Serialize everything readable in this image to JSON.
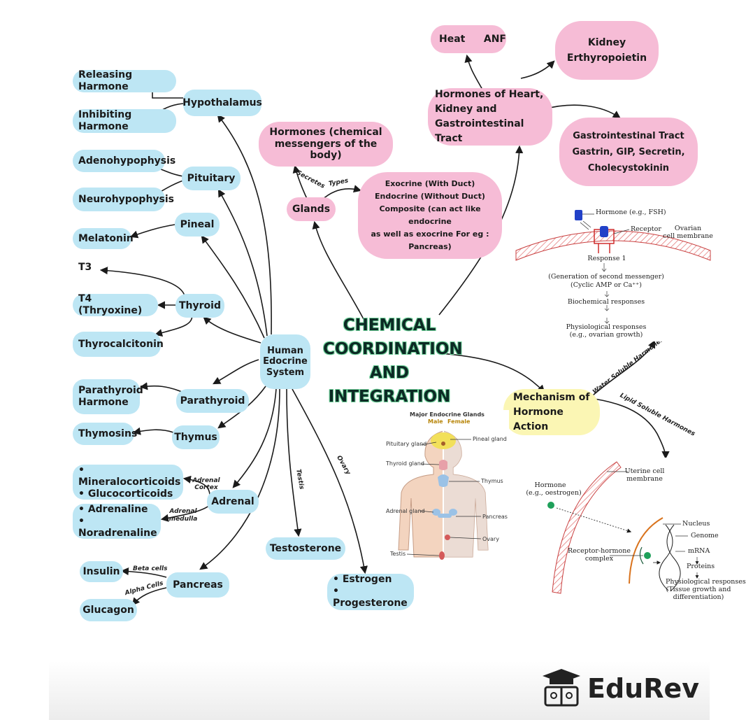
{
  "center": {
    "title_lines": [
      "CHEMICAL",
      "COORDINATION",
      "AND",
      "INTEGRATION"
    ]
  },
  "endocrine": {
    "hub": "Human Edocrine System",
    "hypothalamus": "Hypothalamus",
    "releasing": "Releasing Harmone",
    "inhibiting": "Inhibiting Harmone",
    "pituitary": "Pituitary",
    "adeno": "Adenohypophysis",
    "neuro": "Neurohypophysis",
    "pineal": "Pineal",
    "melatonin": "Melatonin",
    "thyroid": "Thyroid",
    "t3": "T3",
    "t4": "T4 (Thryoxine)",
    "thyrocal": "Thyrocalcitonin",
    "parathyroid": "Parathyroid",
    "parathyroid_hormone": "Parathyroid Harmone",
    "thymus": "Thymus",
    "thymosins": "Thymosins",
    "adrenal": "Adrenal",
    "adrenal_cortex_label": "Adrenal Cortex",
    "adrenal_medulla_label": "Adrenal medulla",
    "mineralo": "• Mineralocorticoids",
    "gluco": "• Glucocorticoids",
    "adrenaline": "• Adrenaline",
    "noradrenaline": "• Noradrenaline",
    "pancreas": "Pancreas",
    "insulin": "Insulin",
    "glucagon": "Glucagon",
    "beta_label": "Beta cells",
    "alpha_label": "Alpha Cells",
    "testis_label": "Testis",
    "ovary_label": "Ovary",
    "testosterone": "Testosterone",
    "estrogen": "• Estrogen",
    "progesterone": "• Progesterone"
  },
  "glands_branch": {
    "hormones_def": "Hormones (chemical messengers of the body)",
    "glands": "Glands",
    "secretes_label": "Secretes",
    "types_label": "Types",
    "types_lines": [
      "Exocrine (With Duct)",
      "Endocrine (Without Duct)",
      "Composite (can act like endocrine",
      "as well as exocrine For eg :",
      "Pancreas)"
    ]
  },
  "heart_branch": {
    "main": "Hormones of Heart, Kidney and Gastrointestinal Tract",
    "heat": "Heat",
    "anf": "ANF",
    "kidney_lines": [
      "Kidney",
      "Erthyropoietin"
    ],
    "gi_lines": [
      "Gastrointestinal Tract",
      "Gastrin, GIP, Secretin,",
      "Cholecystokinin"
    ]
  },
  "mechanism": {
    "title": "Mechanism of Hormone Action",
    "water_label": "Water Soluble Harmones",
    "lipid_label": "Lipid Soluble Harmones"
  },
  "water_diagram": {
    "hormone": "Hormone (e.g., FSH)",
    "receptor": "Receptor",
    "ovarian": "Ovarian",
    "cell_membrane": "cell membrane",
    "response": "Response 1",
    "second1": "(Generation of second messenger)",
    "second2": "(Cyclic AMP or Ca⁺⁺)",
    "biochem": "Biochemical responses",
    "physio": "Physiological responses",
    "physio_eg": "(e.g., ovarian growth)"
  },
  "lipid_diagram": {
    "uterine1": "Uterine cell",
    "uterine2": "membrane",
    "hormone1": "Hormone",
    "hormone2": "(e.g., oestrogen)",
    "nucleus": "Nucleus",
    "genome": "Genome",
    "complex1": "Receptor-hormone",
    "complex2": "complex",
    "mrna": "mRNA",
    "proteins": "Proteins",
    "physio1": "Physiological responses",
    "physio2": "(Tissue growth and",
    "physio3": "differentiation)"
  },
  "glands_figure": {
    "title": "Major Endocrine Glands",
    "male": "Male",
    "female": "Female",
    "pituitary": "Pituitary gland",
    "pineal": "Pineal gland",
    "thyroid": "Thyroid gland",
    "thymus": "Thymus",
    "adrenal": "Adrenal gland",
    "pancreas": "Pancreas",
    "ovary": "Ovary",
    "testis": "Testis"
  },
  "brand": {
    "name": "EduRev"
  },
  "colors": {
    "blue_node": "#bde6f4",
    "pink_node": "#f6bcd6",
    "yellow_node": "#fbf6b4",
    "arrow": "#1a1a1a"
  }
}
